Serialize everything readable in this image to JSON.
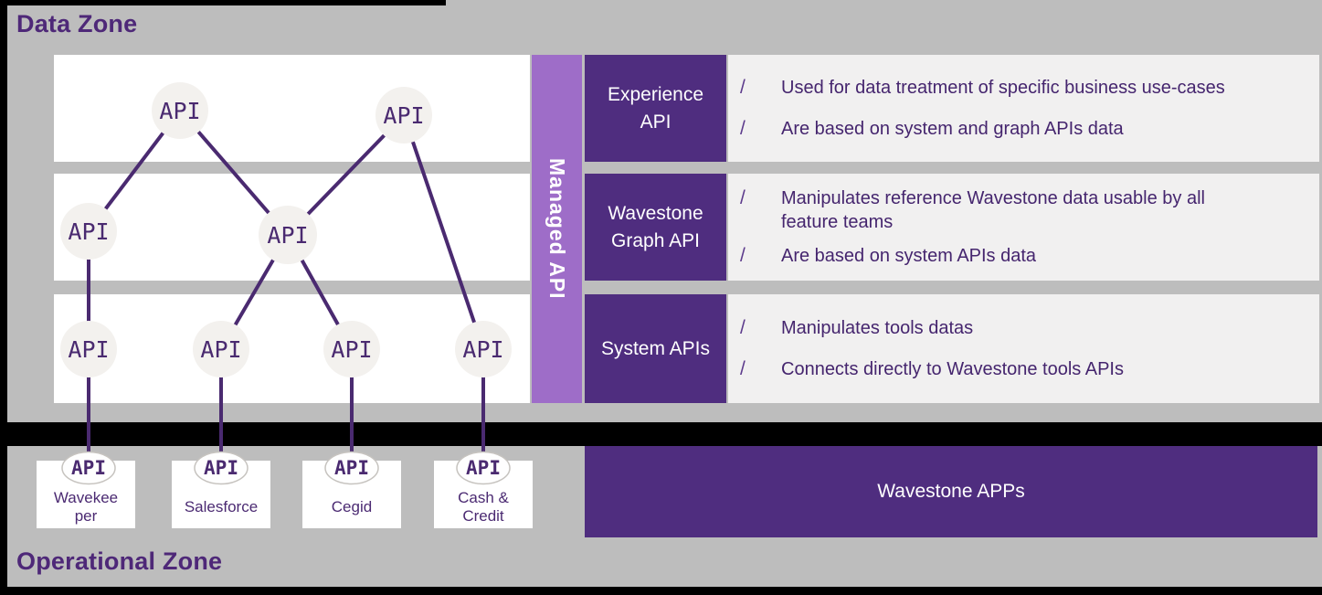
{
  "colors": {
    "background_gray": "#bdbdbd",
    "frame_black": "#000000",
    "panel_white": "#ffffff",
    "brand_purple": "#4f2d7f",
    "managed_bar_purple": "#9e6dc8",
    "line_purple": "#4a2a70",
    "text_purple": "#45256e",
    "desc_box_gray": "#f1f0f0",
    "api_node_fill": "#f3f1ee"
  },
  "zones": {
    "data": {
      "title": "Data Zone"
    },
    "operational": {
      "title": "Operational Zone"
    }
  },
  "managed_api": {
    "label": "Managed API"
  },
  "api_node_label": "API",
  "bullet_glyph": "/",
  "layers": [
    {
      "name": "Experience API",
      "bullets": [
        "Used for data treatment of specific business use-cases",
        "Are based on system and graph APIs data"
      ]
    },
    {
      "name": "Wavestone Graph API",
      "bullets": [
        "Manipulates reference Wavestone data usable by all feature teams",
        "Are based on system APIs data"
      ]
    },
    {
      "name": "System APIs",
      "bullets": [
        "Manipulates tools datas",
        "Connects directly to Wavestone tools APIs"
      ]
    }
  ],
  "tools": [
    {
      "label": "Wavekeeper"
    },
    {
      "label": "Salesforce"
    },
    {
      "label": "Cegid"
    },
    {
      "label": "Cash & Credit"
    }
  ],
  "apps_box": {
    "label": "Wavestone APPs"
  }
}
